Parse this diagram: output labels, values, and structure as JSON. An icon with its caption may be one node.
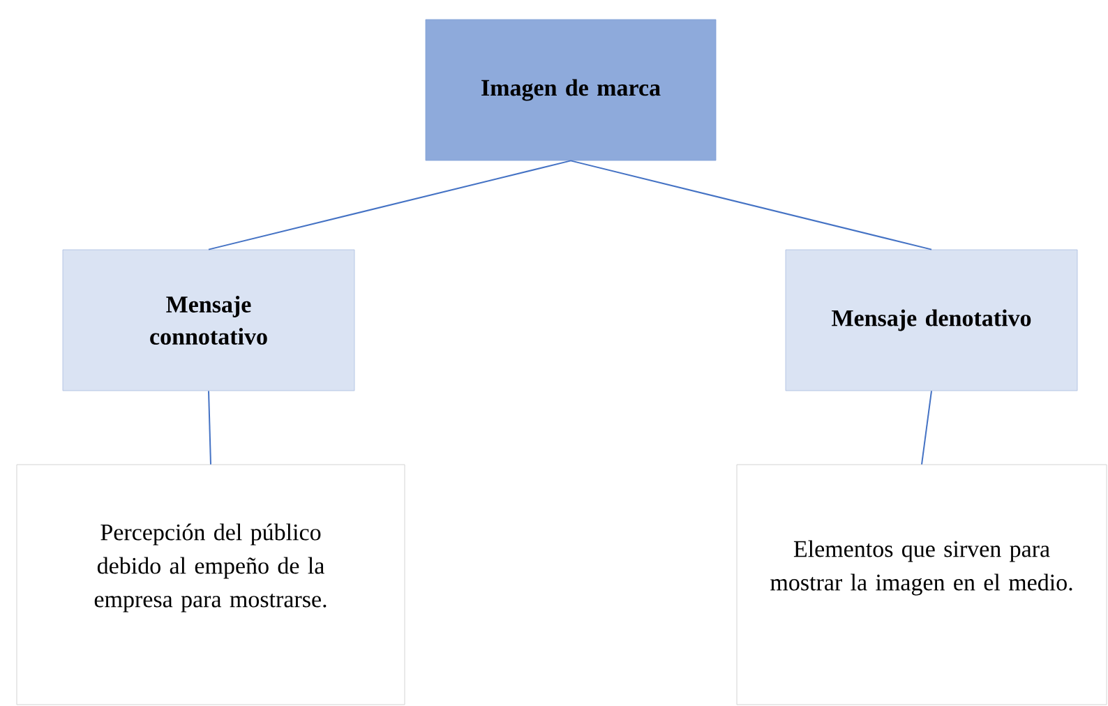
{
  "diagram": {
    "nodes": [
      {
        "text": [
          "Imagen de marca"
        ]
      },
      {
        "text": [
          "Mensaje connotativo"
        ]
      },
      {
        "text": [
          "Mensaje denotativo"
        ]
      },
      {
        "text": [
          "Percepción del público debido al empeño de la empresa para mostrarse."
        ]
      },
      {
        "text": [
          "Elementos que sirven para mostrar la imagen en el medio."
        ]
      }
    ],
    "edges": [
      {
        "from": 0,
        "to": 1,
        "arrow": "none"
      },
      {
        "from": 0,
        "to": 2,
        "arrow": "none"
      },
      {
        "from": 1,
        "to": 3,
        "arrow": "none"
      },
      {
        "from": 2,
        "to": 4,
        "arrow": "none"
      }
    ]
  }
}
